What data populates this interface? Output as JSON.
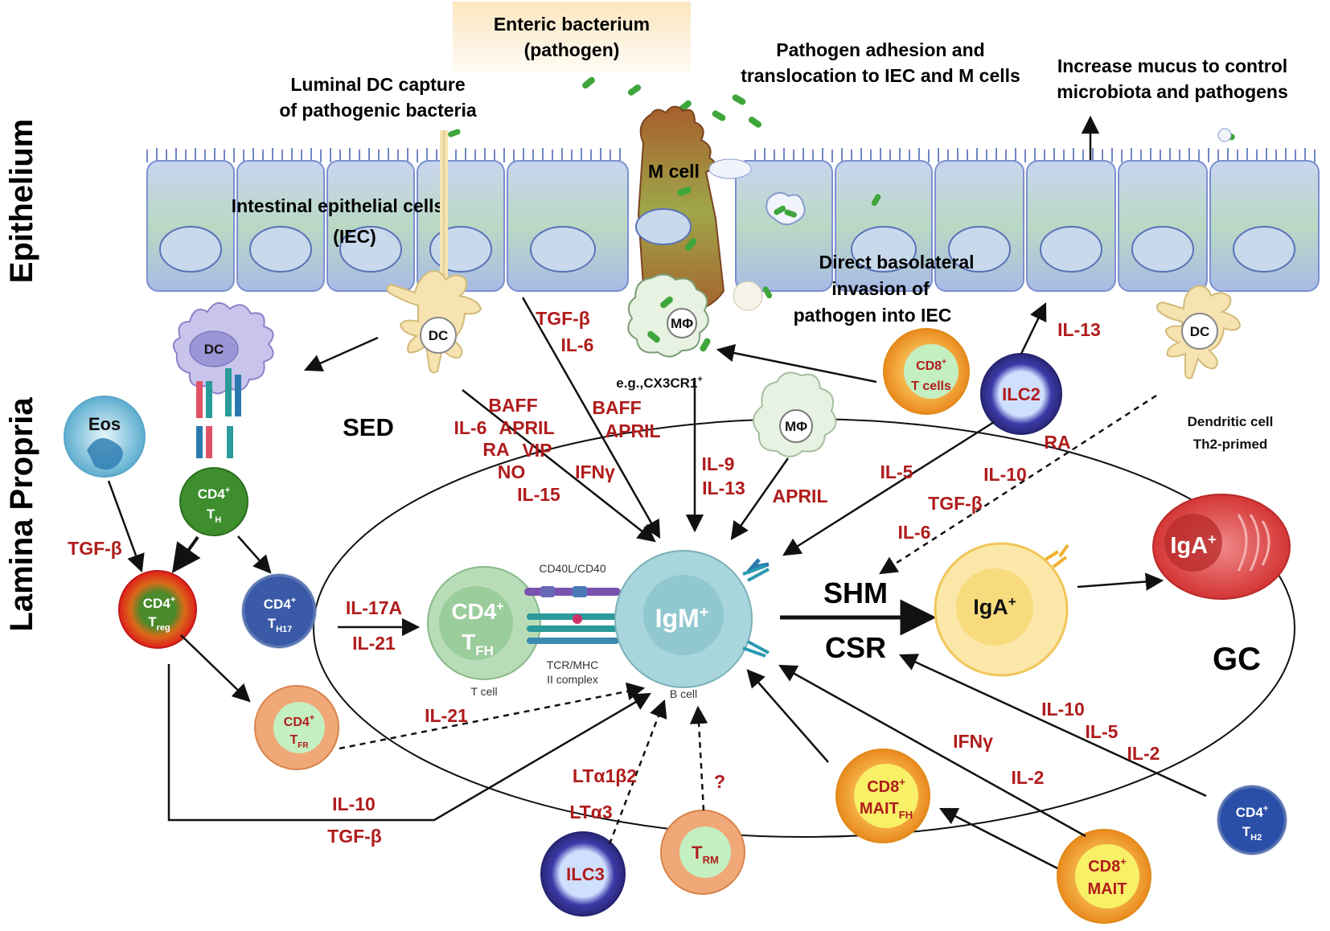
{
  "regions": {
    "epithelium": "Epithelium",
    "lamina_propria": "Lamina Propria"
  },
  "captions": {
    "enteric_line1": "Enteric bacterium",
    "enteric_line2": "(pathogen)",
    "luminal_line1": "Luminal DC capture",
    "luminal_line2": "of pathogenic bacteria",
    "adhesion_line1": "Pathogen adhesion and",
    "adhesion_line2": "translocation to IEC and M cells",
    "mucus_line1": "Increase mucus to control",
    "mucus_line2": "microbiota and pathogens",
    "iec_line1": "Intestinal epithelial cells",
    "iec_line2": "(IEC)",
    "basolateral_line1": "Direct basolateral",
    "basolateral_line2": "invasion of",
    "basolateral_line3": "pathogen into IEC",
    "sed": "SED",
    "gc": "GC",
    "shm": "SHM",
    "csr": "CSR",
    "dc_th2_line1": "Dendritic cell",
    "dc_th2_line2": "Th2-primed",
    "cx3cr1": "e.g.,CX3CR1",
    "cx3cr1_sup": "+",
    "cd40": "CD40L/CD40",
    "tcr_line1": "TCR/MHC",
    "tcr_line2": "II complex",
    "t_cell": "T cell",
    "b_cell": "B cell"
  },
  "cells": {
    "m_cell": "M cell",
    "dc": "DC",
    "mphi": "MΦ",
    "eos": "Eos",
    "cd4": "CD4",
    "sup_plus": "+",
    "sub_h": "H",
    "sub_reg": "reg",
    "sub_h17": "H17",
    "sub_fh": "FH",
    "sub_fr": "FR",
    "sub_h2": "H2",
    "t": "T",
    "cd8": "CD8",
    "t_cells": "T cells",
    "ilc2": "ILC2",
    "ilc3": "ILC3",
    "trm_t": "T",
    "trm_sub": "RM",
    "mait": "MAIT",
    "igm": "IgM",
    "iga": "IgA"
  },
  "cytokines": {
    "tgfb": "TGF-β",
    "il6": "IL-6",
    "baff": "BAFF",
    "april": "APRIL",
    "vip": "VIP",
    "ifng": "IFNγ",
    "ra": "RA",
    "no": "NO",
    "il15": "IL-15",
    "il9": "IL-9",
    "il13": "IL-13",
    "il5": "IL-5",
    "il10": "IL-10",
    "il17a": "IL-17A",
    "il21": "IL-21",
    "il2": "IL-2",
    "lta1b2": "LTα1β2",
    "lta3": "LTα3",
    "question": "?"
  },
  "colors": {
    "cytokine_red": "#b01c1c",
    "epithelium_blue": "#aebfe8",
    "m_cell_brown": "#b06a36",
    "dc_yellow": "#f6e3b0",
    "bacterium_green": "#3fa63b"
  }
}
